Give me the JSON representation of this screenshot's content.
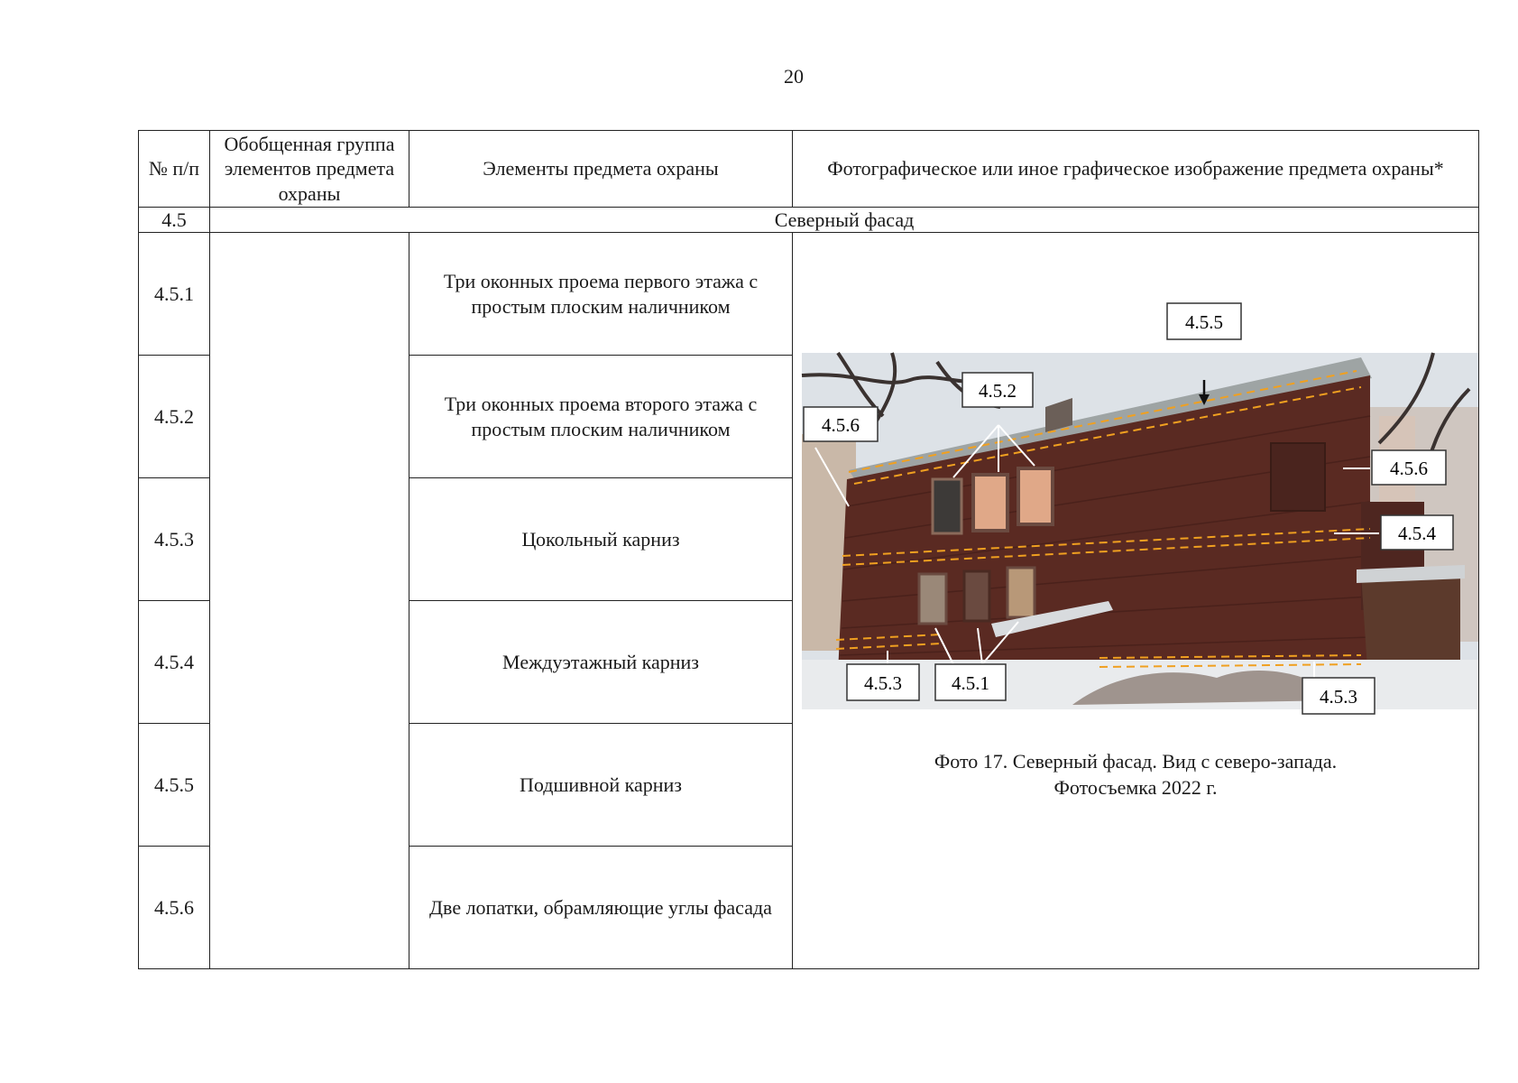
{
  "page": {
    "number": "20"
  },
  "table": {
    "headers": {
      "num": "№ п/п",
      "group": "Обобщенная группа элементов предмета охраны",
      "elements": "Элементы предмета охраны",
      "image": "Фотографическое или иное графическое изображение предмета охраны*"
    },
    "section": {
      "num": "4.5",
      "title": "Северный фасад"
    },
    "rows": [
      {
        "num": "4.5.1",
        "text": "Три оконных проема первого этажа с простым плоским наличником"
      },
      {
        "num": "4.5.2",
        "text": "Три оконных проема второго этажа с простым плоским наличником"
      },
      {
        "num": "4.5.3",
        "text": "Цокольный карниз"
      },
      {
        "num": "4.5.4",
        "text": "Междуэтажный карниз"
      },
      {
        "num": "4.5.5",
        "text": "Подшивной карниз"
      },
      {
        "num": "4.5.6",
        "text": "Две лопатки, обрамляющие углы фасада"
      }
    ]
  },
  "photo": {
    "callouts": {
      "c455": "4.5.5",
      "c452": "4.5.2",
      "c456_left": "4.5.6",
      "c456_right": "4.5.6",
      "c454": "4.5.4",
      "c453_left": "4.5.3",
      "c451": "4.5.1",
      "c453_right": "4.5.3"
    },
    "caption_line1": "Фото 17. Северный фасад. Вид с северо-запада.",
    "caption_line2": "Фотосъемка 2022 г."
  },
  "colors": {
    "wall": "#5a2a22",
    "roof": "#9aa0a0",
    "dash": "#f0a020",
    "sky": "#e4e8ec"
  }
}
